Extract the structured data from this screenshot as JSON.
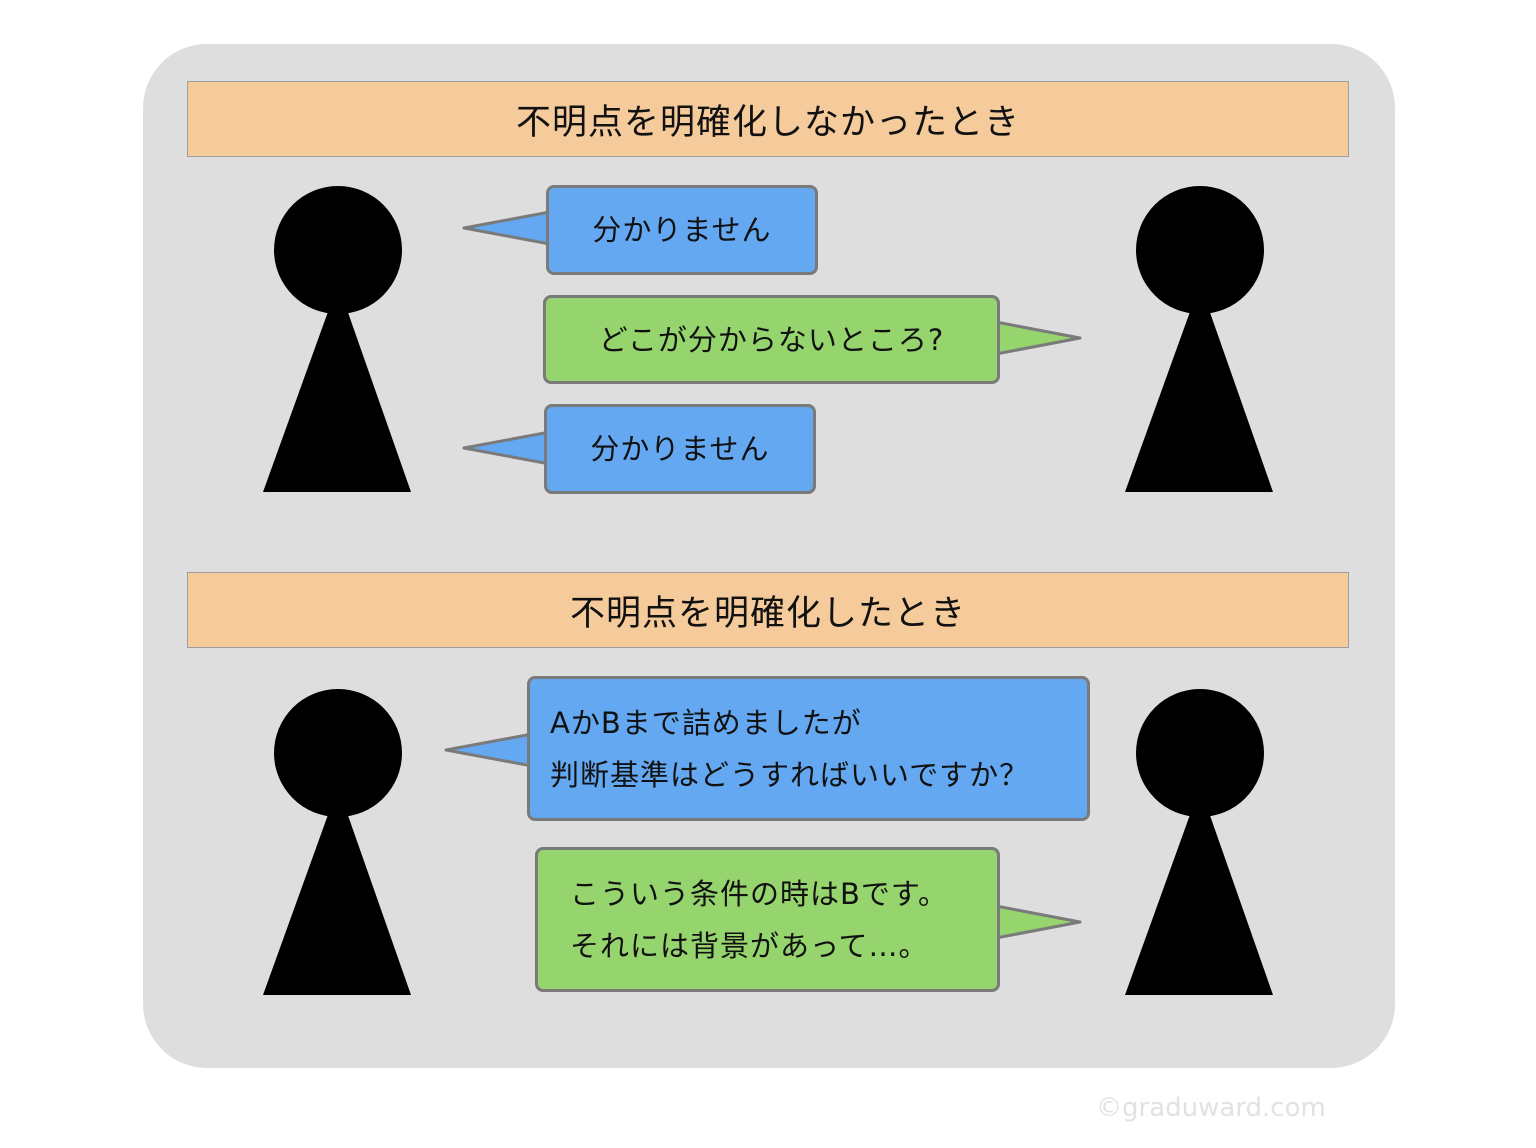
{
  "sections": [
    {
      "header": "不明点を明確化しなかったとき",
      "bubbles": [
        {
          "speaker": "left",
          "color": "blue",
          "lines": [
            "分かりません"
          ]
        },
        {
          "speaker": "right",
          "color": "green",
          "lines": [
            "どこが分からないところ?"
          ]
        },
        {
          "speaker": "left",
          "color": "blue",
          "lines": [
            "分かりません"
          ]
        }
      ]
    },
    {
      "header": "不明点を明確化したとき",
      "bubbles": [
        {
          "speaker": "left",
          "color": "blue",
          "lines": [
            "AかBまで詰めましたが",
            "判断基準はどうすればいいですか？"
          ]
        },
        {
          "speaker": "right",
          "color": "green",
          "lines": [
            "こういう条件の時はBです。",
            "それには背景があって…。"
          ]
        }
      ]
    }
  ],
  "colors": {
    "background_panel": "#dedede",
    "header_fill": "#f6cb9c",
    "bubble_blue": "#64a8f2",
    "bubble_green": "#96d46e",
    "person": "#000000"
  },
  "icons": [
    "person-icon"
  ],
  "copyright": "©graduward.com"
}
